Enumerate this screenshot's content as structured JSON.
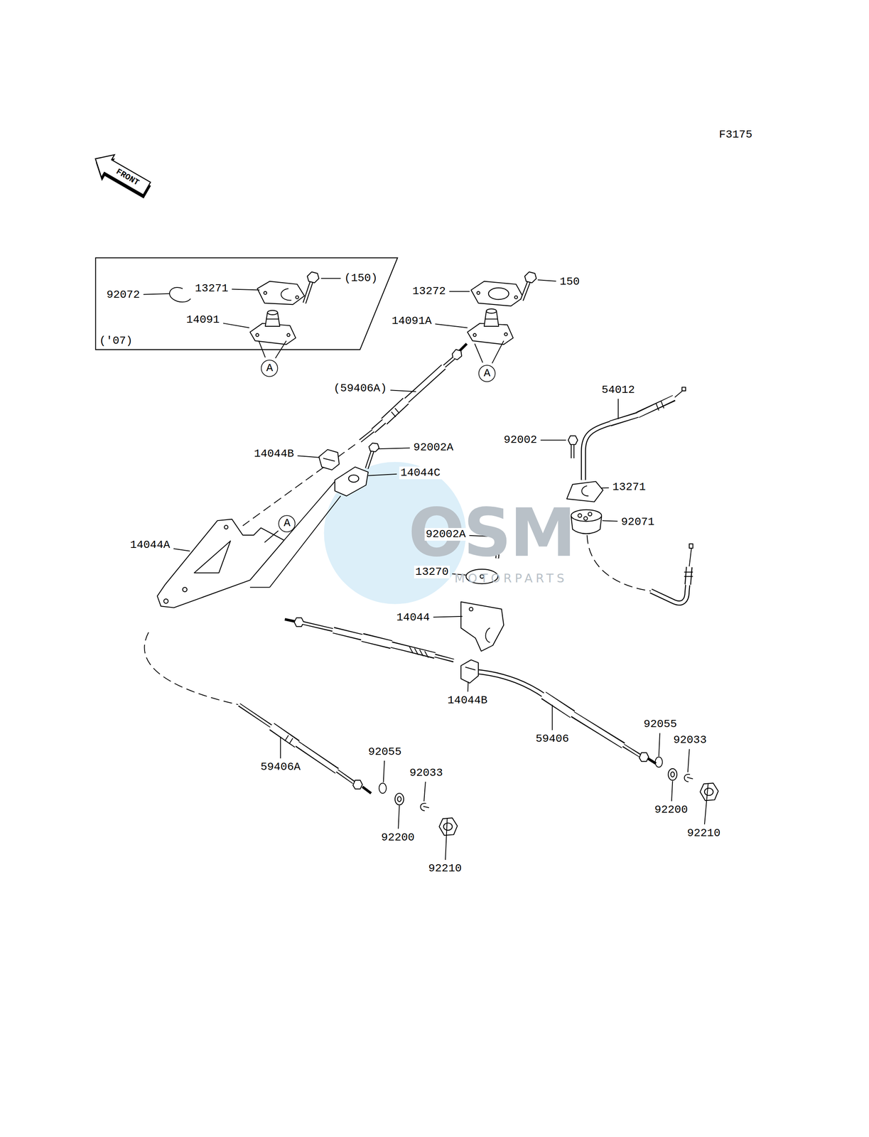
{
  "diagram": {
    "nodes": [
      {
        "text": [
          "('07)"
        ]
      },
      {
        "text": [
          "A"
        ]
      },
      {
        "text": [
          "A"
        ]
      },
      {
        "text": [
          "A"
        ]
      }
    ],
    "labels": [
      "F3175",
      "FRONT",
      "92072",
      "13271",
      "(150)",
      "14091",
      "13272",
      "150",
      "14091A",
      "(59406A)",
      "54012",
      "92002",
      "14044B",
      "92002A",
      "14044C",
      "13271",
      "92071",
      "14044A",
      "92002A",
      "13270",
      "14044",
      "14044B",
      "59406",
      "92055",
      "92033",
      "59406A",
      "92055",
      "92033",
      "92200",
      "92210",
      "92200",
      "92210",
      "OSM",
      "MOTORPARTS"
    ]
  }
}
